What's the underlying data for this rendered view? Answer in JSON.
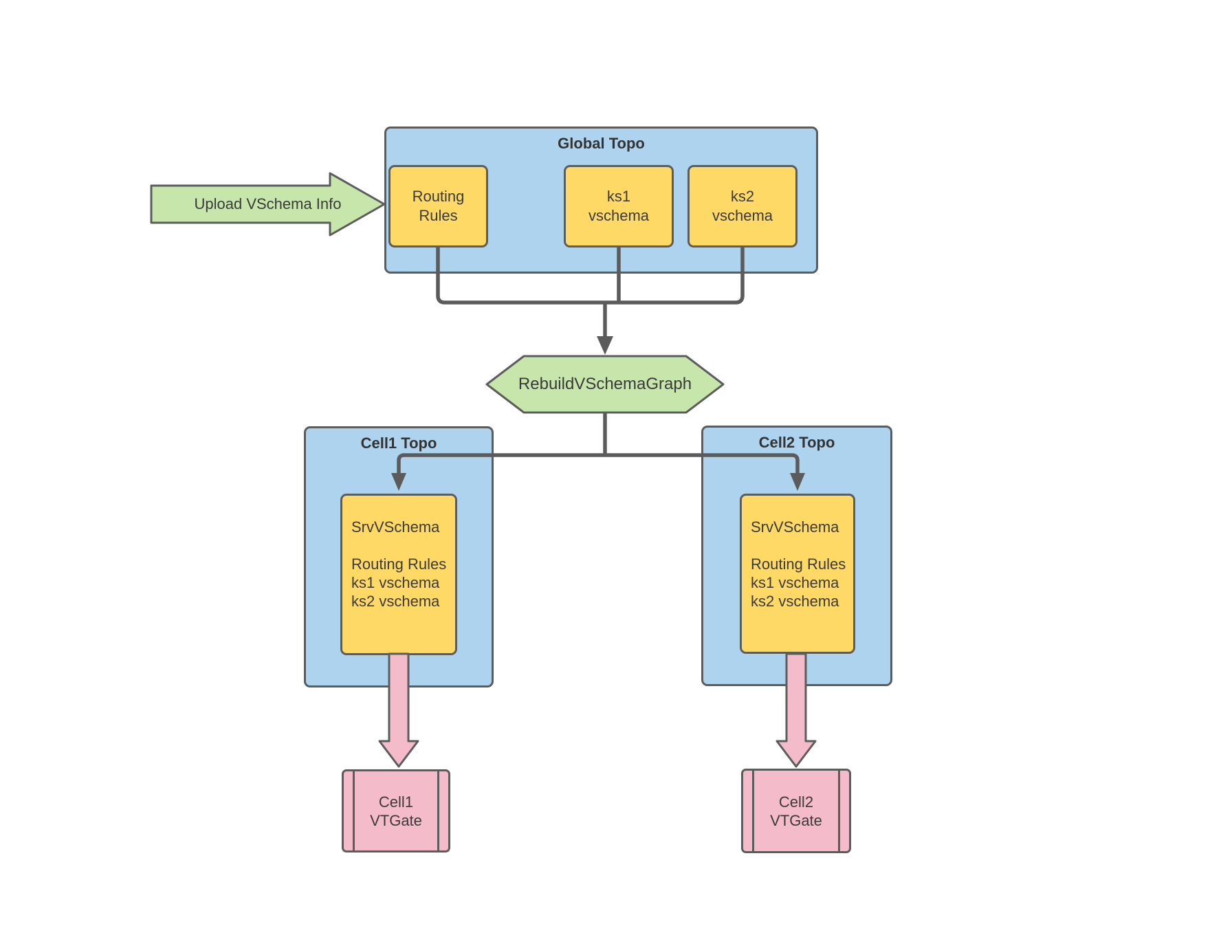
{
  "colors": {
    "container_blue": "#aed3ee",
    "box_yellow": "#ffd966",
    "shape_green": "#c6e6ac",
    "shape_pink": "#f4bbcb",
    "shape_border_gray": "#5c5c5c",
    "connector_gray": "#5b5b5b",
    "text_gray": "#3a3a3a",
    "background": "#ffffff"
  },
  "diagram": {
    "upload_arrow": {
      "label": "Upload VSchema Info"
    },
    "global_topo": {
      "title": "Global Topo",
      "boxes": [
        {
          "line1": "Routing",
          "line2": "Rules"
        },
        {
          "line1": "ks1",
          "line2": "vschema"
        },
        {
          "line1": "ks2",
          "line2": "vschema"
        }
      ]
    },
    "rebuild_step": {
      "label": "RebuildVSchemaGraph"
    },
    "cell1": {
      "title": "Cell1 Topo",
      "srv_box": {
        "lines": [
          "SrvVSchema",
          "",
          "Routing Rules",
          "ks1 vschema",
          "ks2 vschema"
        ]
      },
      "vtgate": {
        "line1": "Cell1",
        "line2": "VTGate"
      }
    },
    "cell2": {
      "title": "Cell2 Topo",
      "srv_box": {
        "lines": [
          "SrvVSchema",
          "",
          "Routing Rules",
          "ks1 vschema",
          "ks2 vschema"
        ]
      },
      "vtgate": {
        "line1": "Cell2",
        "line2": "VTGate"
      }
    }
  }
}
